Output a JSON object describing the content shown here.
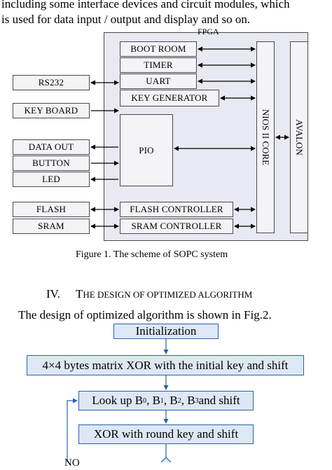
{
  "intro": {
    "line1": "including some interface devices and circuit modules, which",
    "line2": "is used for data input / output and display and so on."
  },
  "figure1": {
    "fpga_label": "FPGA",
    "blocks": {
      "boot_room": "BOOT ROOM",
      "timer": "TIMER",
      "uart": "UART",
      "key_generator": "KEY GENERATOR",
      "pio": "PIO",
      "flash_controller": "FLASH CONTROLLER",
      "sram_controller": "SRAM CONTROLLER",
      "nios": "NIOS II CORE",
      "avalon": "AVALON"
    },
    "external": {
      "rs232": "RS232",
      "keyboard": "KEY BOARD",
      "data_out": "DATA OUT",
      "button": "BUTTON",
      "led": "LED",
      "flash": "FLASH",
      "sram": "SRAM"
    },
    "caption": "Figure 1.    The scheme of SOPC system"
  },
  "section": {
    "number": "IV.",
    "initial": "T",
    "rest": "HE DESIGN OF OPTIMIZED ALGORITHM"
  },
  "body_text": "The design of optimized algorithm is shown in Fig.2.",
  "figure2": {
    "step1": "Initialization",
    "step2": "4×4 bytes matrix XOR with the initial key and shift",
    "step3_prefix": "Look up B",
    "step3_subs": [
      "0",
      "1",
      "2",
      "3"
    ],
    "step3_sep": ", B",
    "step3_suffix": " and shift",
    "step4": "XOR with round key and shift",
    "loop_label": "NO"
  },
  "colors": {
    "flow_border": "#2b62a8",
    "flow_fill": "#dde7f5",
    "block_fill": "#f3f3f8",
    "fpga_fill": "#e8e9f2"
  }
}
